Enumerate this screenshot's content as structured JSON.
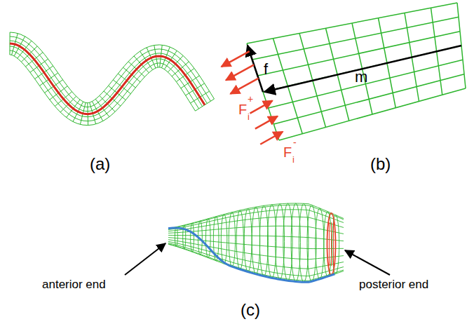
{
  "diagram": {
    "labels": [
      "(a)",
      "(b)",
      "(c)",
      "f",
      "m",
      "F",
      "i",
      "+",
      "F",
      "i",
      "-",
      "anterior end",
      "posterior end"
    ]
  }
}
